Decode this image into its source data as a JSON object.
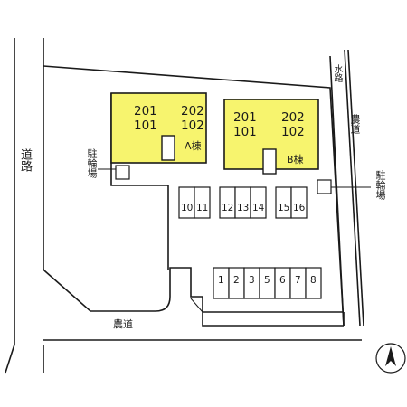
{
  "labels": {
    "road": "道路",
    "waterway": "水路",
    "farm_road_east": "農道",
    "farm_road_south": "農道",
    "bike_parking_west": "駐輪場",
    "bike_parking_east": "駐輪場"
  },
  "buildings": {
    "a": {
      "name": "A棟",
      "units_top": [
        "201",
        "202"
      ],
      "units_bottom": [
        "101",
        "102"
      ]
    },
    "b": {
      "name": "B棟",
      "units_top": [
        "201",
        "202"
      ],
      "units_bottom": [
        "101",
        "102"
      ]
    }
  },
  "parking": {
    "group1": [
      "10",
      "11"
    ],
    "group2": [
      "12",
      "13",
      "14"
    ],
    "group3": [
      "15",
      "16"
    ],
    "group4": [
      "1",
      "2",
      "3",
      "5",
      "6",
      "7",
      "8"
    ]
  },
  "colors": {
    "building_fill": "#f7f46e",
    "line": "#1a1a1a",
    "background": "#ffffff"
  },
  "compass": {
    "direction": "north"
  }
}
